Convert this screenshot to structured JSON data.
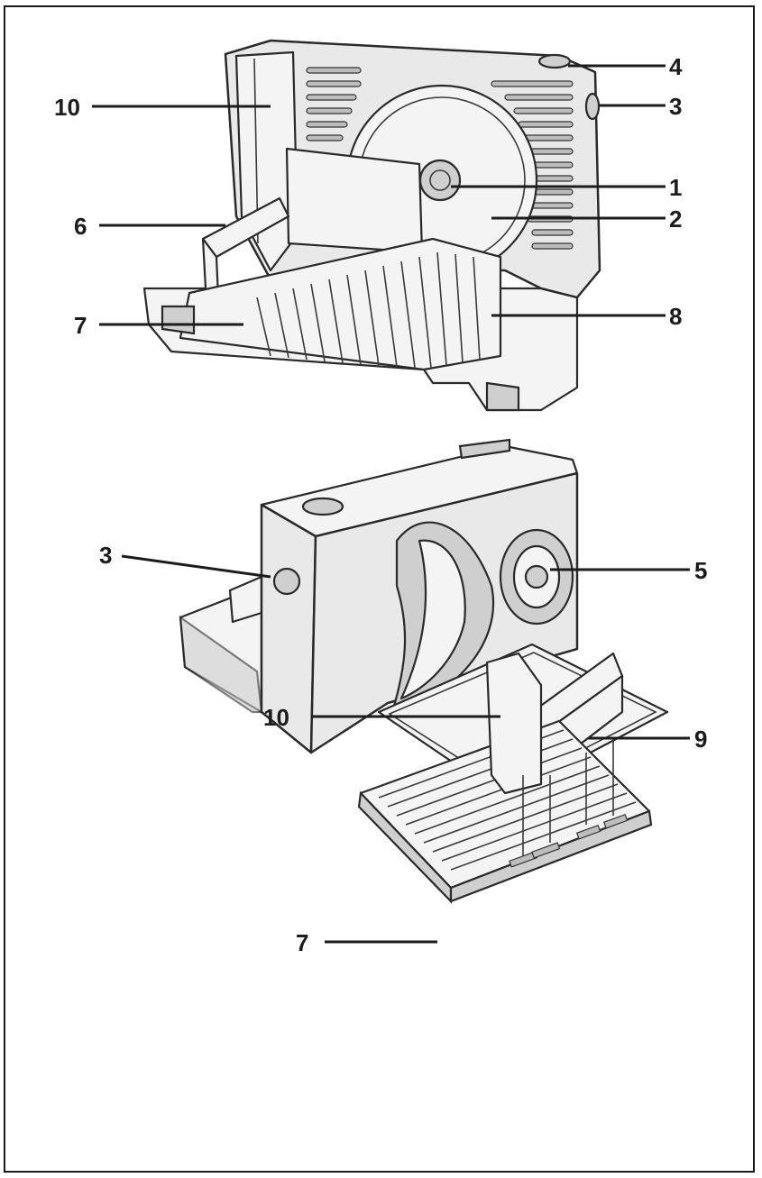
{
  "figures": [
    {
      "id": "fig-top",
      "labels": [
        "10",
        "6",
        "7",
        "4",
        "3",
        "1",
        "2",
        "8"
      ]
    },
    {
      "id": "fig-middle",
      "labels": [
        "3",
        "5",
        "9"
      ]
    },
    {
      "id": "fig-bottom",
      "labels": [
        "10",
        "7"
      ]
    }
  ],
  "colors": {
    "ink": "#1c1c1c",
    "paper": "#ffffff",
    "body": "#e9e9e9"
  }
}
